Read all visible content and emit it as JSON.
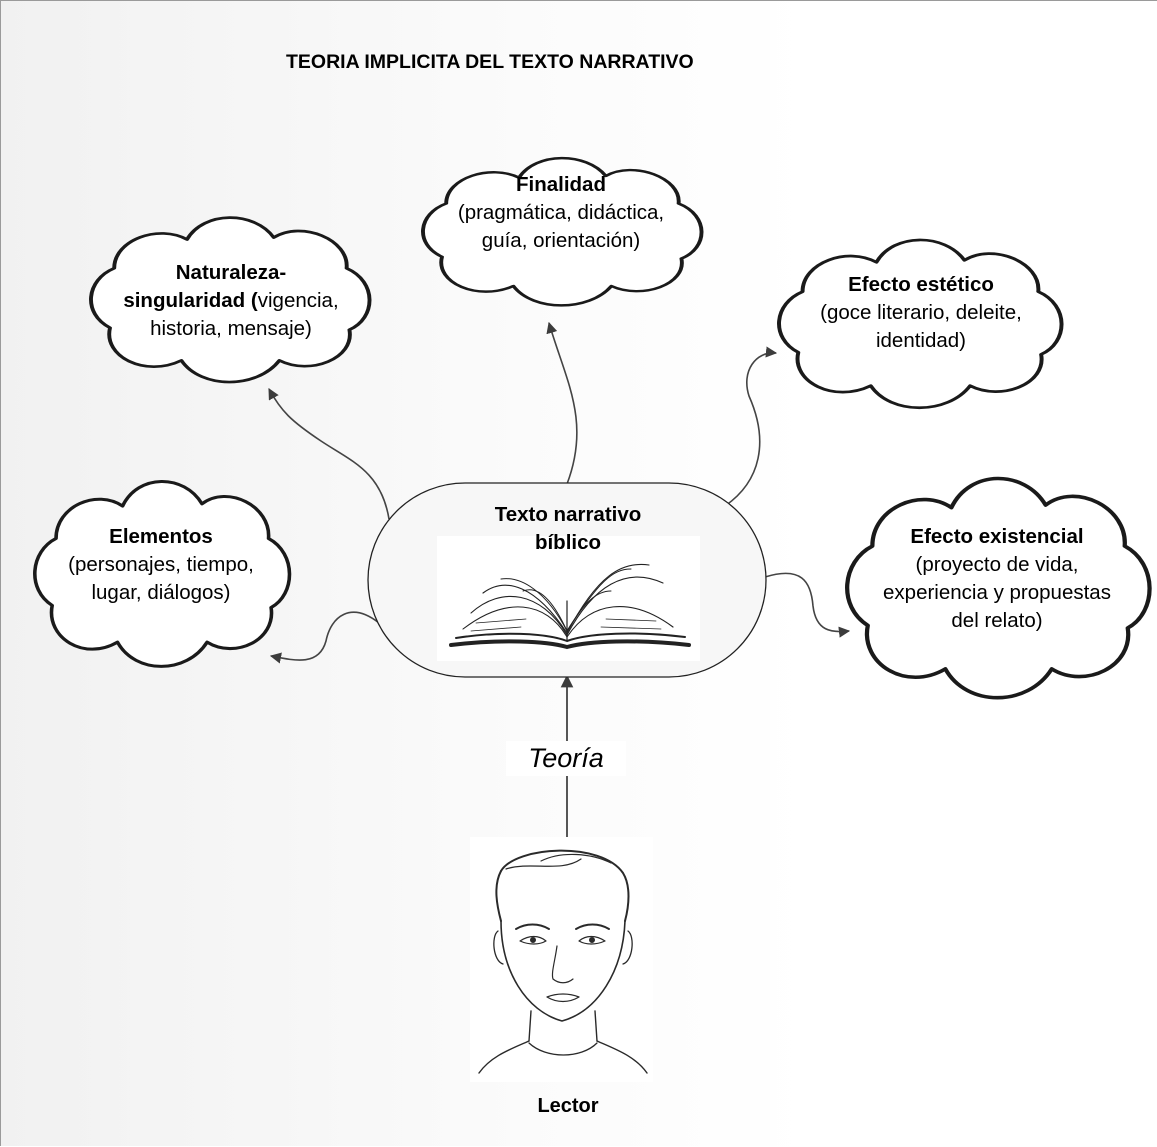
{
  "diagram": {
    "title": "TEORIA IMPLICITA DEL TEXTO NARRATIVO",
    "center": {
      "title_line1": "Texto narrativo",
      "title_line2": "bíblico"
    },
    "finalidad": {
      "title": "Finalidad",
      "lines": [
        "(pragmática, didáctica,",
        "guía, orientación)"
      ]
    },
    "naturaleza": {
      "title": "Naturaleza-",
      "title2": "singularidad (",
      "line2_rest": "vigencia,",
      "line3": "historia, mensaje)"
    },
    "efecto_estetico": {
      "title": "Efecto estético",
      "lines": [
        "(goce literario, deleite,",
        "identidad)"
      ]
    },
    "elementos": {
      "title": "Elementos",
      "lines": [
        "(personajes, tiempo,",
        "lugar, diálogos)"
      ]
    },
    "efecto_existencial": {
      "title": "Efecto existencial",
      "lines": [
        "(proyecto de vida,",
        "experiencia y propuestas",
        "del relato)"
      ]
    },
    "teoria": "Teoría",
    "lector": "Lector"
  }
}
